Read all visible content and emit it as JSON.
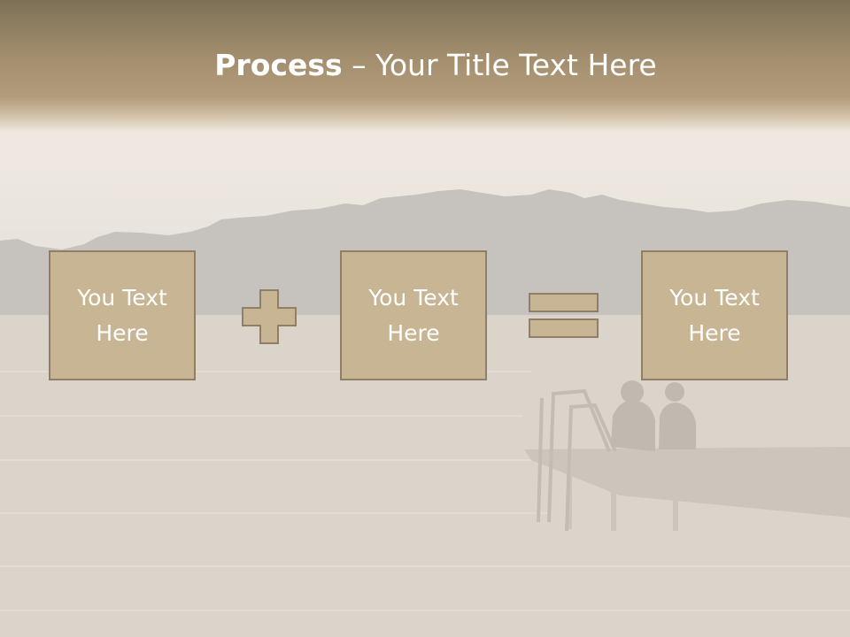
{
  "slide": {
    "title_bold": "Process",
    "title_rest": " – Your Title Text Here",
    "boxes": [
      {
        "text": "You Text\nHere"
      },
      {
        "text": "You Text\nHere"
      },
      {
        "text": "You Text\nHere"
      }
    ],
    "operators": [
      "plus-icon",
      "equals-icon"
    ]
  },
  "colors": {
    "header": "#a08c6c",
    "box_fill": "#c7b594",
    "box_border": "#8f7f66",
    "text": "#ffffff"
  }
}
